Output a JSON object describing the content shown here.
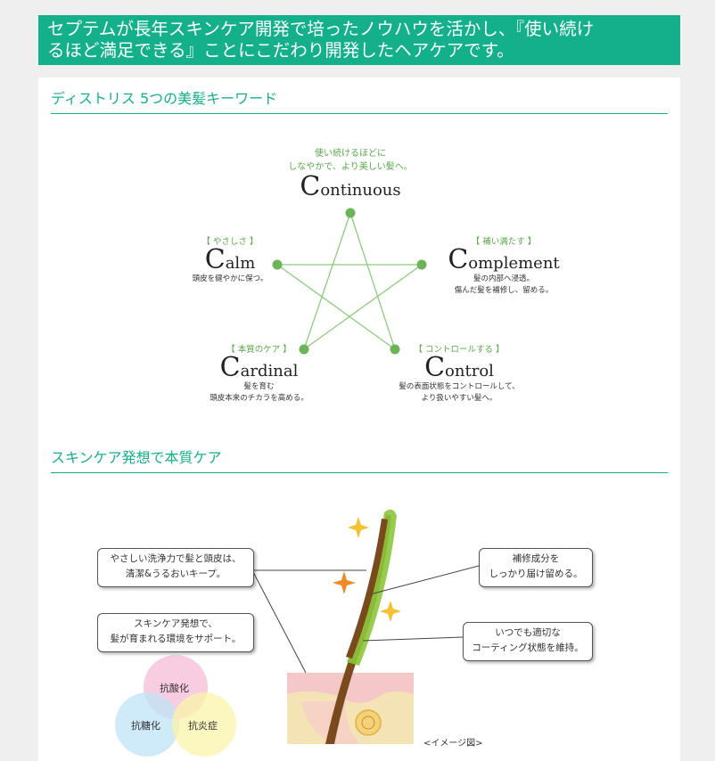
{
  "banner": {
    "line1": "セプテムが長年スキンケア開発で培ったノウハウを活かし、『使い続け",
    "line2": "るほど満足できる』ことにこだわり開発したヘアケアです。"
  },
  "section1": {
    "title": "ディストリス 5つの美髪キーワード",
    "top": {
      "note1": "使い続けるほどに",
      "note2": "しなやかで、より美しい髪へ。",
      "cap": "C",
      "rest": "ontinuous"
    },
    "left": {
      "tag": "【 やさしさ 】",
      "cap": "C",
      "rest": "alm",
      "desc1": "頭皮を健やかに保つ。"
    },
    "right": {
      "tag": "【 補い満たす 】",
      "cap": "C",
      "rest": "omplement",
      "desc1": "髪の内部へ浸透。",
      "desc2": "傷んだ髪を補修し、留める。"
    },
    "bottom_left": {
      "tag": "【 本質のケア 】",
      "cap": "C",
      "rest": "ardinal",
      "desc1": "髪を育む",
      "desc2": "頭皮本来のチカラを高める。"
    },
    "bottom_right": {
      "tag": "【 コントロールする 】",
      "cap": "C",
      "rest": "ontrol",
      "desc1": "髪の表面状態をコントロールして、",
      "desc2": "より扱いやすい髪へ。"
    }
  },
  "section2": {
    "title": "スキンケア発想で本質ケア",
    "callout1": {
      "line1": "やさしい洗浄力で髪と頭皮は、",
      "line2": "清潔&うるおいキープ。"
    },
    "callout2": {
      "line1": "スキンケア発想で、",
      "line2": "髪が育まれる環境をサポート。"
    },
    "callout3": {
      "line1": "補修成分を",
      "line2": "しっかり届け留める。"
    },
    "callout4": {
      "line1": "いつでも適切な",
      "line2": "コーティング状態を維持。"
    },
    "venn": {
      "top": "抗酸化",
      "left": "抗糖化",
      "right": "抗炎症"
    },
    "caption": "<イメージ図>"
  },
  "colors": {
    "accent": "#14b08c",
    "star_green": "#7cc06a"
  }
}
